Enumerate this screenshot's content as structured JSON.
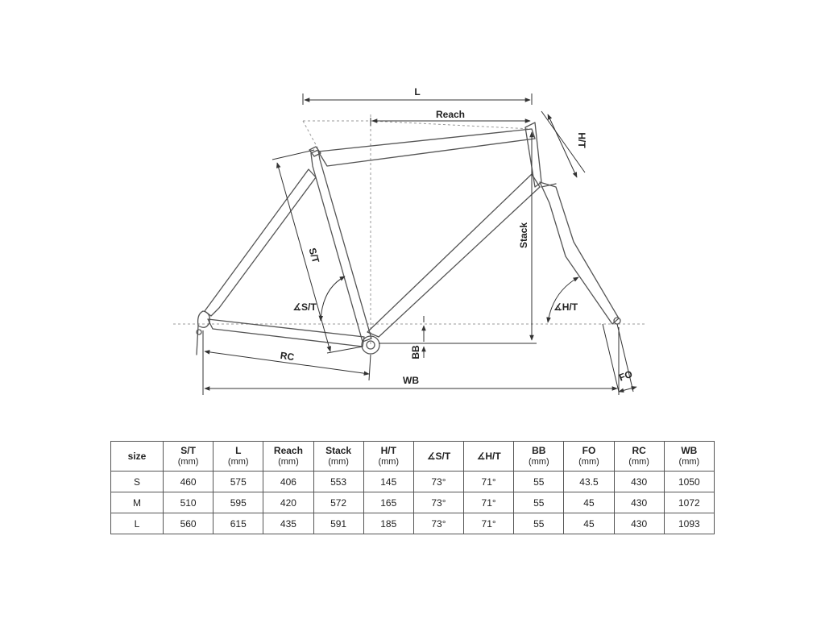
{
  "diagram": {
    "labels": {
      "l": "L",
      "reach": "Reach",
      "ht": "H/T",
      "stack": "Stack",
      "st": "S/T",
      "st_angle": "∡S/T",
      "ht_angle": "∡H/T",
      "rc": "RC",
      "bb": "BB",
      "wb": "WB",
      "fo": "FO"
    },
    "line_color": "#555555"
  },
  "table": {
    "headers": [
      {
        "label": "size",
        "unit": ""
      },
      {
        "label": "S/T",
        "unit": "(mm)"
      },
      {
        "label": "L",
        "unit": "(mm)"
      },
      {
        "label": "Reach",
        "unit": "(mm)"
      },
      {
        "label": "Stack",
        "unit": "(mm)"
      },
      {
        "label": "H/T",
        "unit": "(mm)"
      },
      {
        "label": "∡S/T",
        "unit": ""
      },
      {
        "label": "∡H/T",
        "unit": ""
      },
      {
        "label": "BB",
        "unit": "(mm)"
      },
      {
        "label": "FO",
        "unit": "(mm)"
      },
      {
        "label": "RC",
        "unit": "(mm)"
      },
      {
        "label": "WB",
        "unit": "(mm)"
      }
    ],
    "rows": [
      [
        "S",
        "460",
        "575",
        "406",
        "553",
        "145",
        "73°",
        "71°",
        "55",
        "43.5",
        "430",
        "1050"
      ],
      [
        "M",
        "510",
        "595",
        "420",
        "572",
        "165",
        "73°",
        "71°",
        "55",
        "45",
        "430",
        "1072"
      ],
      [
        "L",
        "560",
        "615",
        "435",
        "591",
        "185",
        "73°",
        "71°",
        "55",
        "45",
        "430",
        "1093"
      ]
    ]
  }
}
